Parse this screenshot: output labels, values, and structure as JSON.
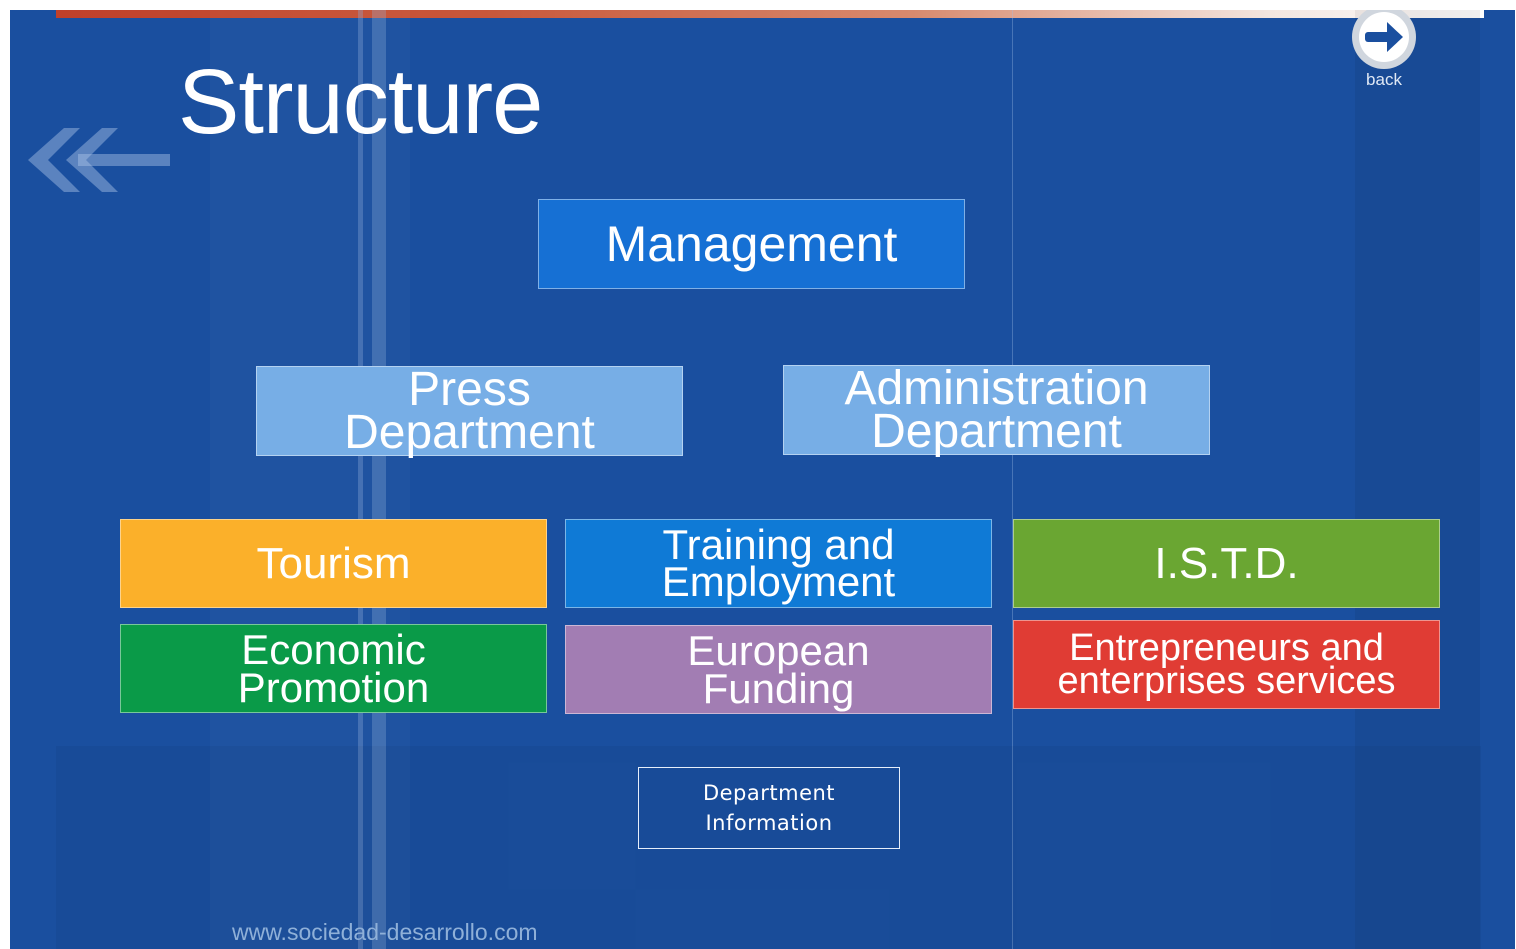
{
  "slide": {
    "title": "Structure",
    "back_label": "back",
    "footer_url": "www.sociedad-desarrollo.com"
  },
  "org_chart": {
    "management": "Management",
    "press_department": "Press\nDepartment",
    "administration_department": "Administration\nDepartment",
    "tourism": "Tourism",
    "training_and_employment": "Training and\nEmployment",
    "istd": "I.S.T.D.",
    "economic_promotion": "Economic\nPromotion",
    "european_funding": "European\nFunding",
    "entrepreneurs_services": "Entrepreneurs and\nenterprises services"
  },
  "department_info_button": "Department\nInformation",
  "icons": {
    "back": "arrow-right-circle-icon",
    "decoration": "double-arrow-left-icon"
  },
  "colors": {
    "background": "#1a4f9f",
    "management": "#1670d4",
    "departments": "#77aee6",
    "tourism": "#fbb02a",
    "training": "#0f7ad6",
    "istd": "#6aa632",
    "economic": "#0a9a48",
    "european": "#a27db3",
    "entrepreneurs": "#e03c34"
  }
}
